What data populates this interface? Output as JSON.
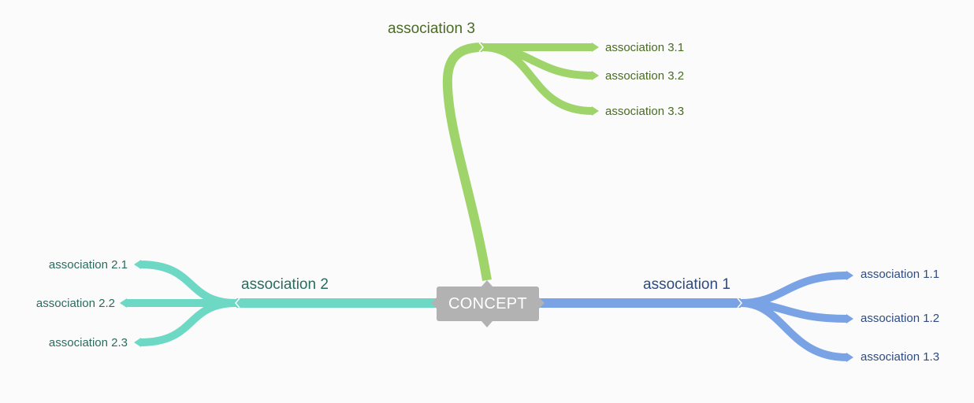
{
  "concept": {
    "label": "CONCEPT",
    "color": "#b2b2b2"
  },
  "branches": [
    {
      "label": "association 1",
      "color": "#7aa3e5",
      "text_color": "#2f4b80",
      "children": [
        "association 1.1",
        "association 1.2",
        "association 1.3"
      ]
    },
    {
      "label": "association 2",
      "color": "#6dd8c4",
      "text_color": "#2b6b5e",
      "children": [
        "association 2.1",
        "association 2.2",
        "association 2.3"
      ]
    },
    {
      "label": "association 3",
      "color": "#9ed46a",
      "text_color": "#4a6b25",
      "children": [
        "association 3.1",
        "association 3.2",
        "association 3.3"
      ]
    }
  ]
}
